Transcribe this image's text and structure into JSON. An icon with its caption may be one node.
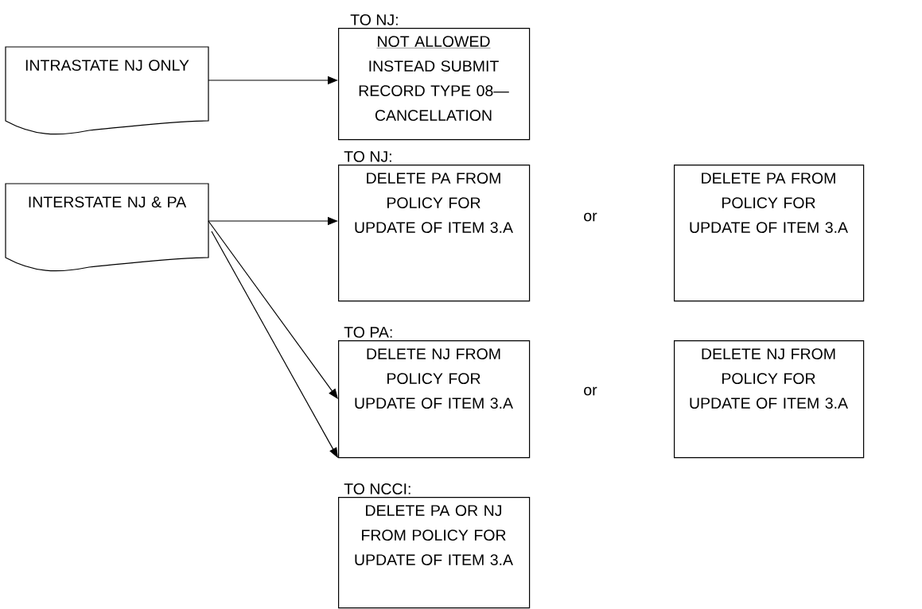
{
  "diagram": {
    "nodes": [
      {
        "text": [
          "INTRASTATE NJ ONLY"
        ]
      },
      {
        "text": [
          "TO NJ:",
          "NOT ALLOWED",
          "INSTEAD SUBMIT RECORD TYPE 08—CANCELLATION"
        ]
      },
      {
        "text": [
          "INTERSTATE NJ & PA"
        ]
      },
      {
        "text": [
          "TO NJ:",
          "DELETE PA FROM POLICY FOR UPDATE OF ITEM 3.A"
        ]
      },
      {
        "text": [
          "DELETE PA FROM POLICY FOR UPDATE OF ITEM 3.A"
        ]
      },
      {
        "text": [
          "TO PA:",
          "DELETE NJ FROM POLICY FOR UPDATE OF ITEM 3.A"
        ]
      },
      {
        "text": [
          "DELETE NJ FROM POLICY FOR UPDATE OF ITEM 3.A"
        ]
      },
      {
        "text": [
          "TO NCCI:",
          "DELETE PA OR NJ FROM POLICY FOR UPDATE OF ITEM 3.A"
        ]
      }
    ],
    "edges": [
      {
        "from": 0,
        "to": 1,
        "arrow": "to"
      },
      {
        "from": 2,
        "to": 3,
        "arrow": "to"
      },
      {
        "from": 2,
        "to": 5,
        "arrow": "to"
      },
      {
        "from": 2,
        "to": 5,
        "arrow": "to"
      }
    ],
    "labels": [
      "or",
      "or"
    ]
  }
}
